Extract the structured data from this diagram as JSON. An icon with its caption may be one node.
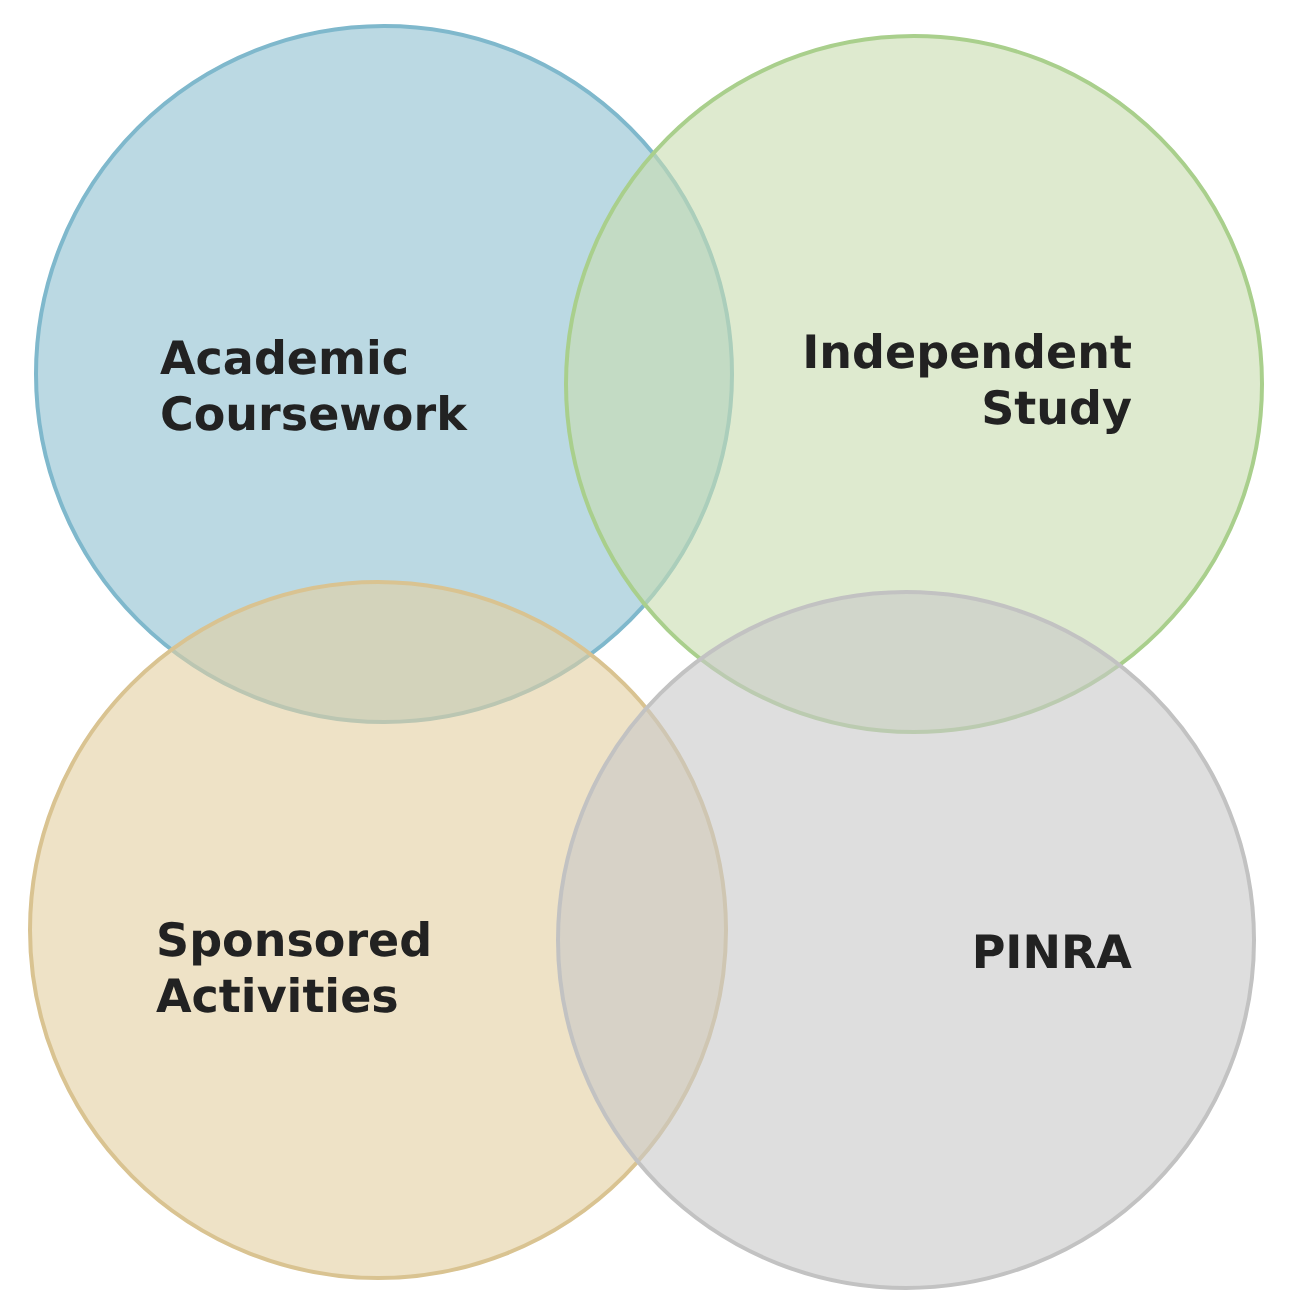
{
  "diagram": {
    "nodes": [
      {
        "text": [
          "Academic Coursework"
        ]
      },
      {
        "text": [
          "Independent Study"
        ]
      },
      {
        "text": [
          "Sponsored Activities"
        ]
      },
      {
        "text": [
          "PINRA"
        ]
      }
    ]
  }
}
